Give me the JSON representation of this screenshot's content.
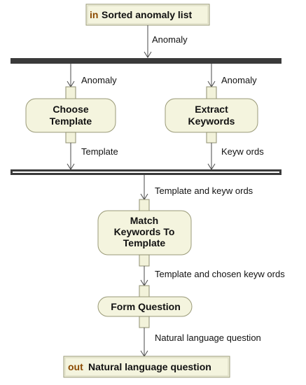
{
  "nodes": {
    "input_param": {
      "keyword": "in",
      "name": "Sorted anomaly list"
    },
    "choose_template": {
      "line1": "Choose",
      "line2": "Template"
    },
    "extract_keywords": {
      "line1": "Extract",
      "line2": "Keywords"
    },
    "match_keywords": {
      "line1": "Match",
      "line2": "Keywords To",
      "line3": "Template"
    },
    "form_question": {
      "label": "Form Question"
    },
    "output_param": {
      "keyword": "out",
      "name": "Natural language question"
    }
  },
  "edges": {
    "input_to_fork": "Anomaly",
    "fork_to_choose": "Anomaly",
    "fork_to_extract": "Anomaly",
    "choose_to_join": "Template",
    "extract_to_join": "Keyw ords",
    "join_to_match": "Template and keyw ords",
    "match_to_form": "Template and chosen keyw ords",
    "form_to_output": "Natural language question"
  },
  "colors": {
    "node_fill": "#f4f4de",
    "node_stroke": "#9a9a78",
    "keyword": "#8b4a00",
    "bar": "#3a3a3a"
  }
}
